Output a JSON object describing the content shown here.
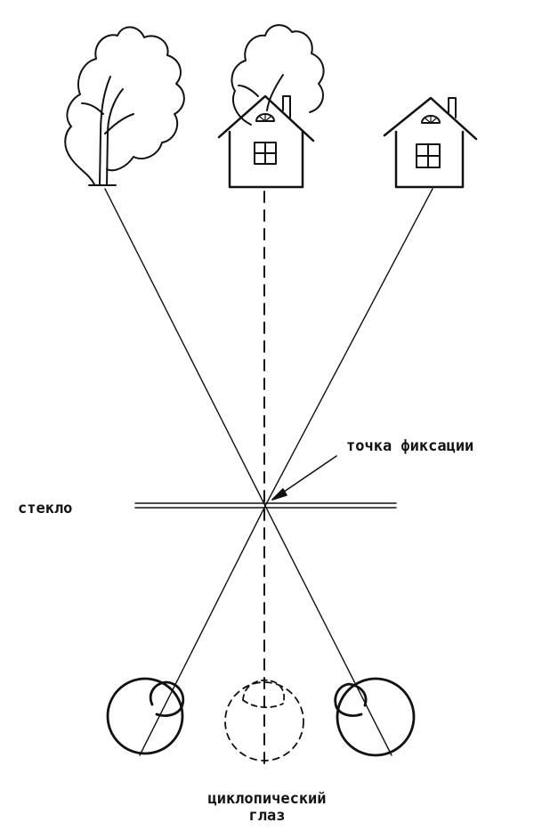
{
  "labels": {
    "fixation_point": "точка фиксации",
    "glass": "стекло",
    "cyclopean_eye_line1": "циклопический",
    "cyclopean_eye_line2": "глаз"
  },
  "colors": {
    "ink": "#111111",
    "background": "#ffffff"
  },
  "icons": {
    "left_object": "tree-icon",
    "center_object": "house-with-tree-icon",
    "right_object": "house-icon",
    "left_eye": "eye-icon",
    "right_eye": "eye-icon",
    "cyclopean_eye": "dashed-eye-icon"
  }
}
